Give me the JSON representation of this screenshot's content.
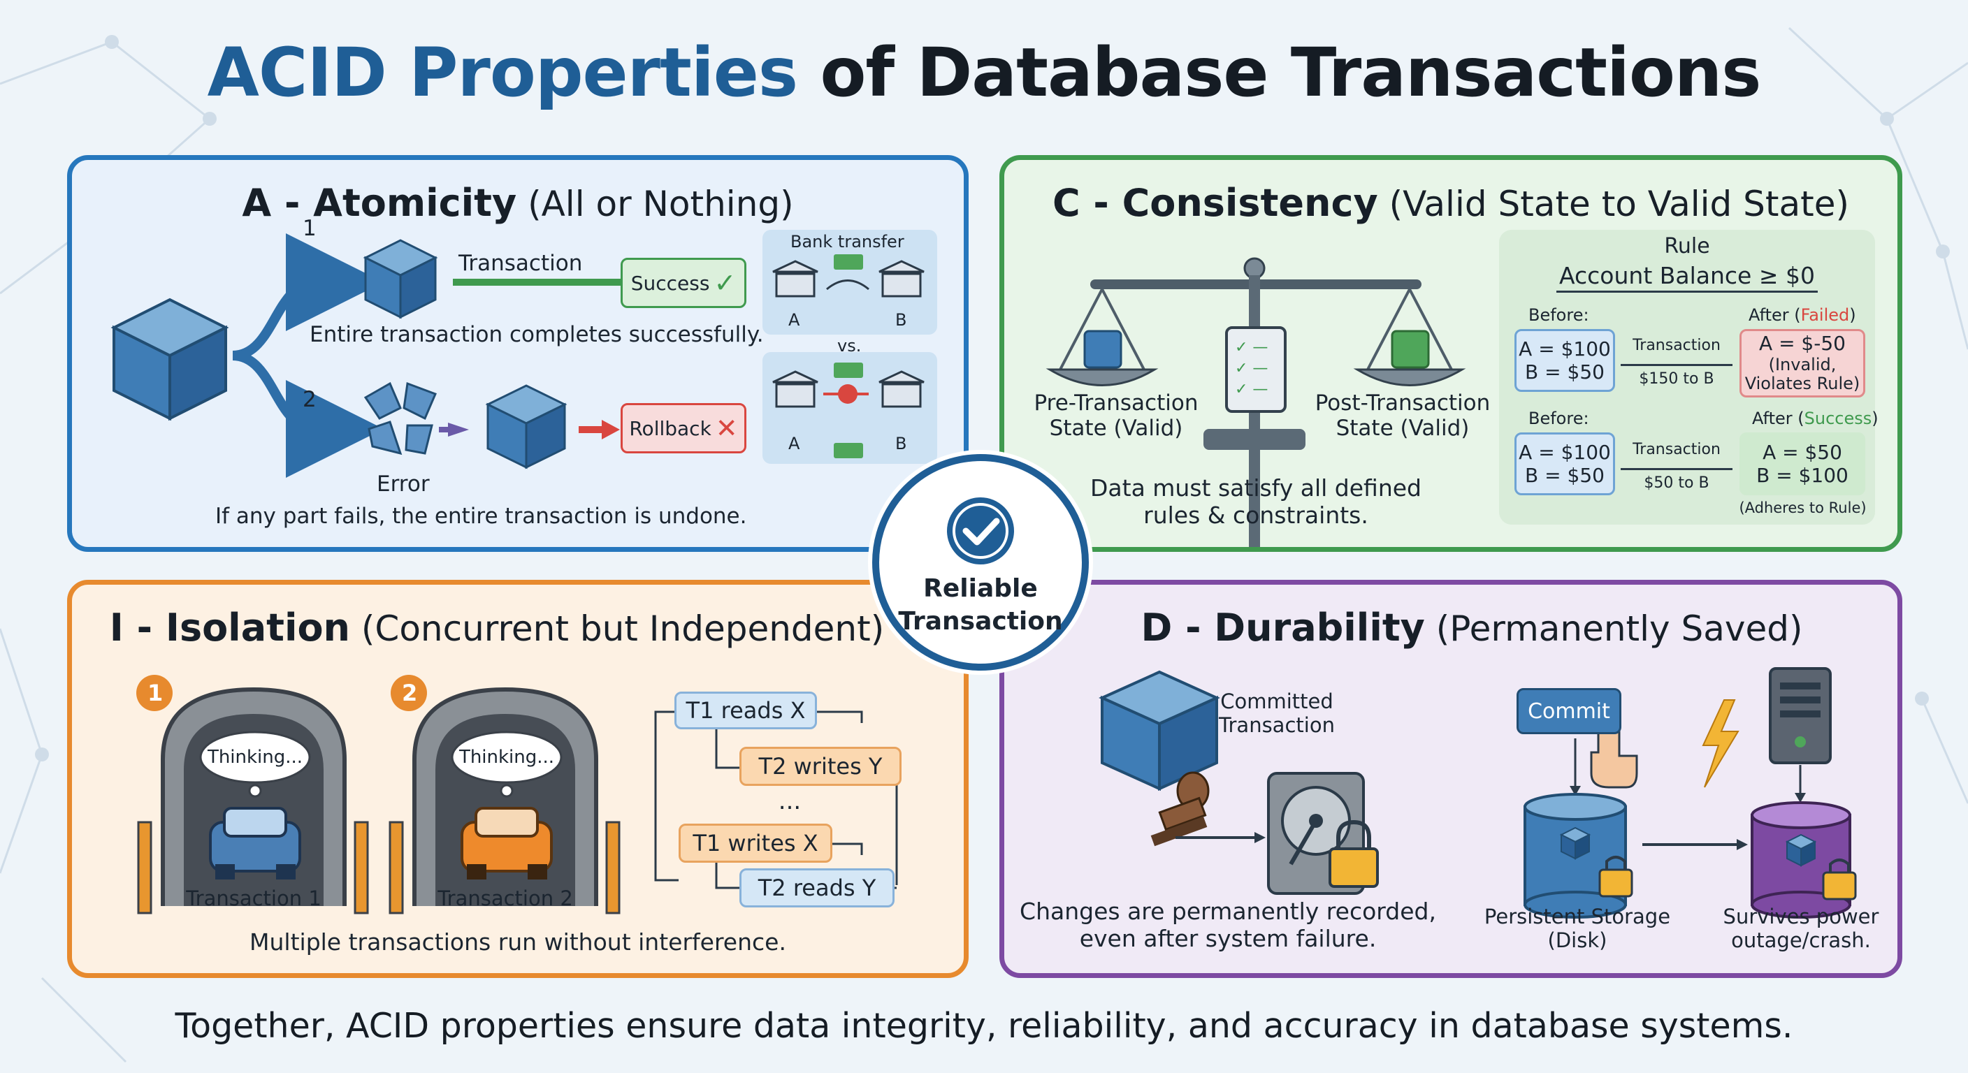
{
  "title": {
    "highlight": "ACID Properties",
    "rest": "of Database Transactions"
  },
  "center": {
    "line1": "Reliable",
    "line2": "Transaction"
  },
  "atomicity": {
    "heading": "A - Atomicity",
    "sub": "(All or Nothing)",
    "step1": "1",
    "step2": "2",
    "transaction_label": "Transaction",
    "success": "Success",
    "success_caption": "Entire transaction completes successfully.",
    "rollback": "Rollback",
    "error": "Error",
    "fail_caption": "If any part fails, the entire transaction is undone.",
    "bank_title": "Bank transfer",
    "bank_a": "A",
    "bank_b": "B",
    "vs": "vs."
  },
  "consistency": {
    "heading": "C - Consistency",
    "sub": "(Valid State to Valid State)",
    "pre_line1": "Pre-Transaction",
    "pre_line2": "State (Valid)",
    "post_line1": "Post-Transaction",
    "post_line2": "State (Valid)",
    "caption_line1": "Data must satisfy all defined",
    "caption_line2": "rules & constraints.",
    "rule_title": "Rule",
    "rule_text": "Account Balance ≥ $0",
    "before1": "Before:",
    "after1_prefix": "After (",
    "after1_status": "Failed",
    "after1_suffix": ")",
    "row1_a": "A = $100",
    "row1_b": "B = $50",
    "row1_tx": "Transaction",
    "row1_amt": "$150 to B",
    "row1_res1": "A = $-50",
    "row1_res2": "(Invalid,",
    "row1_res3": "Violates Rule)",
    "before2": "Before:",
    "after2_prefix": "After (",
    "after2_status": "Success",
    "after2_suffix": ")",
    "row2_a": "A = $100",
    "row2_b": "B = $50",
    "row2_tx": "Transaction",
    "row2_amt": "$50 to B",
    "row2_res1": "A = $50",
    "row2_res2": "B = $100",
    "row2_note": "(Adheres to Rule)"
  },
  "isolation": {
    "heading": "I - Isolation",
    "sub": "(Concurrent but Independent)",
    "n1": "1",
    "n2": "2",
    "thinking": "Thinking...",
    "tx1": "Transaction 1",
    "tx2": "Transaction 2",
    "s1": "T1 reads X",
    "s2": "T2 writes Y",
    "dots": "...",
    "s3": "T1 writes X",
    "s4": "T2 reads Y",
    "caption": "Multiple transactions run without interference."
  },
  "durability": {
    "heading": "D - Durability",
    "sub": "(Permanently Saved)",
    "committed1": "Committed",
    "committed2": "Transaction",
    "commit_btn": "Commit",
    "caption1": "Changes are permanently recorded,",
    "caption2": "even after system failure.",
    "storage1": "Persistent Storage",
    "storage2": "(Disk)",
    "survive1": "Survives power",
    "survive2": "outage/crash."
  },
  "footer": "Together, ACID properties ensure data integrity, reliability, and accuracy in database systems.",
  "colors": {
    "blue": "#2677bd",
    "green": "#3f9a4e",
    "orange": "#e78a2e",
    "purple": "#7d4aa2",
    "red": "#d9463f",
    "navy": "#1f5e96"
  }
}
